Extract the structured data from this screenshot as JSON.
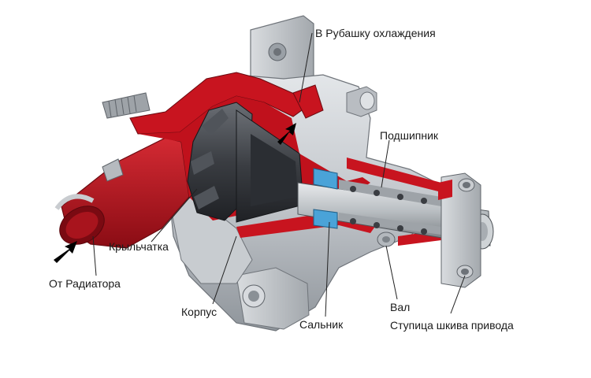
{
  "diagram": {
    "labels": {
      "cooling_jacket": "В Рубашку охлаждения",
      "bearing": "Подшипник",
      "impeller": "Крыльчатка",
      "from_radiator": "От Радиатора",
      "housing": "Корпус",
      "seal": "Сальник",
      "shaft": "Вал",
      "pulley_hub": "Ступица шкива привода"
    },
    "colors": {
      "coolant_red": "#b3131f",
      "housing_gray": "#bfc3c8",
      "shaft_steel": "#8e9499",
      "seal_blue": "#4aa3d8",
      "impeller_dark": "#3a3d42"
    }
  }
}
